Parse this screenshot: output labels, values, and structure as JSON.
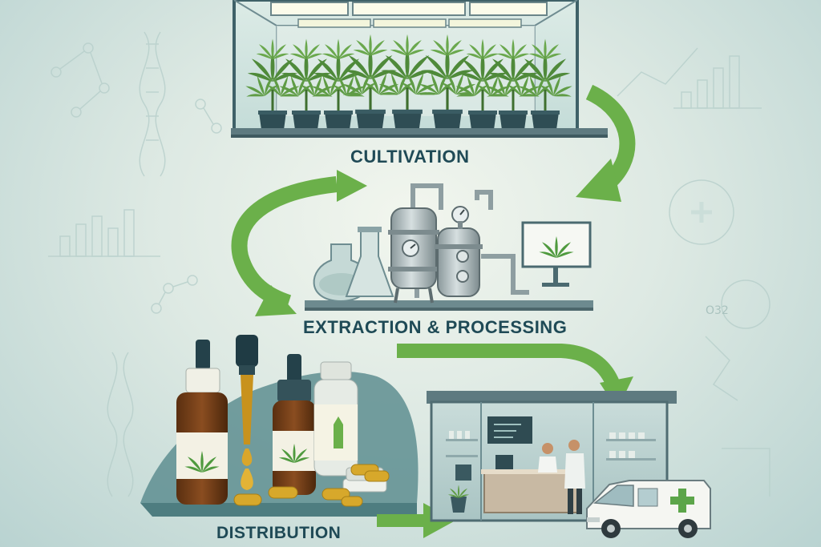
{
  "stages": {
    "cultivation": "CULTIVATION",
    "extraction": "EXTRACTION & PROCESSING",
    "distribution": "DISTRIBUTION"
  },
  "background_text": {
    "code": "O32"
  },
  "colors": {
    "arrow_green": "#6bb04a",
    "label_dark_teal": "#1f4a56",
    "background_light": "#eef3ec",
    "background_teal": "#b9d3d1",
    "amber_bottle": "#6b3a17",
    "capsule_gold": "#d7a82b",
    "steel": "#a7b3b5"
  },
  "icons": [
    "cannabis-leaf-icon",
    "dna-helix-icon",
    "bar-chart-icon",
    "molecule-icon",
    "medical-cross-icon",
    "delivery-van-icon"
  ]
}
